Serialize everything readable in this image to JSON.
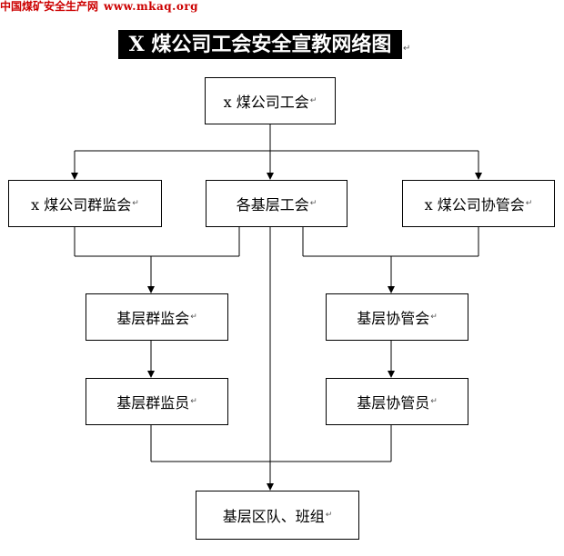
{
  "header": {
    "site_name": "中国煤矿安全生产网",
    "site_url": "www.mkaq.org"
  },
  "title": "X 煤公司工会安全宣教网络图",
  "return_mark": "↵",
  "nodes": {
    "union": "x 煤公司工会",
    "mass_supervision": "x 煤公司群监会",
    "grassroots_union": "各基层工会",
    "coordination": "x 煤公司协管会",
    "base_mass_supervision": "基层群监会",
    "base_coordination": "基层协管会",
    "base_mass_supervisor": "基层群监员",
    "base_coordinator": "基层协管员",
    "base_teams": "基层区队、班组"
  }
}
